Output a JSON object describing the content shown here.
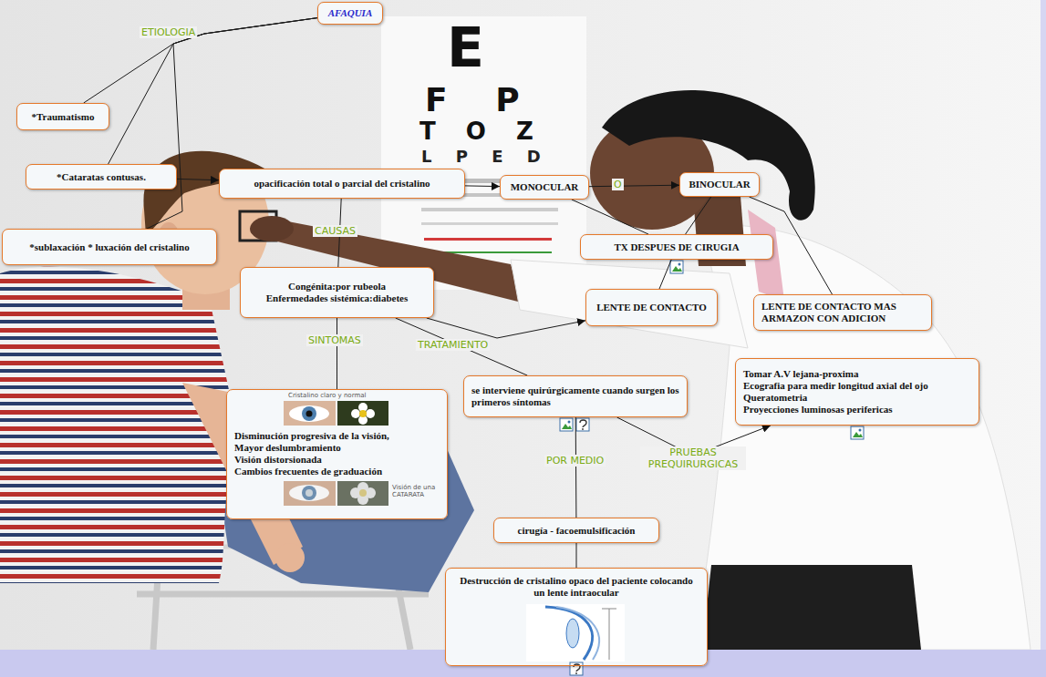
{
  "diagram": {
    "nodes": [
      {
        "text": [
          "AFAQUIA"
        ]
      },
      {
        "text": [
          "*Traumatismo"
        ]
      },
      {
        "text": [
          "*Cataratas contusas."
        ]
      },
      {
        "text": [
          "opacificación total o parcial del cristalino"
        ]
      },
      {
        "text": [
          "MONOCULAR"
        ]
      },
      {
        "text": [
          "BINOCULAR"
        ]
      },
      {
        "text": [
          "*sublaxación * luxación del cristalino"
        ]
      },
      {
        "text": [
          "TX DESPUES DE CIRUGIA"
        ]
      },
      {
        "text": [
          "Congénita:por rubeola",
          "Enfermedades sistémica:diabetes"
        ]
      },
      {
        "text": [
          "LENTE DE CONTACTO"
        ]
      },
      {
        "text": [
          "LENTE DE CONTACTO MAS ARMAZON CON ADICION"
        ]
      },
      {
        "text": [
          "Tomar A.V lejana-proxima",
          "Ecografia para medir longitud axial del ojo",
          "Queratometria",
          "Proyecciones luminosas perifericas"
        ]
      },
      {
        "text": [
          "se interviene quirúrgicamente cuando surgen los primeros síntomas"
        ]
      },
      {
        "text": [
          "Disminución progresiva de la visión,",
          "Mayor deslumbramiento",
          "Visión distorsionada",
          "Cambios frecuentes de graduación"
        ]
      },
      {
        "text": [
          "cirugía - facoemulsificación"
        ]
      },
      {
        "text": [
          "Destrucción de cristalino opaco del paciente colocando un lente intraocular"
        ]
      }
    ],
    "edges": [
      {
        "from": 0,
        "to": 1,
        "label": "ETIOLOGIA",
        "arrow": "none"
      },
      {
        "from": 0,
        "to": 2,
        "arrow": "none"
      },
      {
        "from": 0,
        "to": 6,
        "arrow": "none"
      },
      {
        "from": 2,
        "to": 3,
        "arrow": "to"
      },
      {
        "from": 3,
        "to": 4,
        "arrow": "to"
      },
      {
        "from": 4,
        "to": 5,
        "label": "O",
        "arrow": "to"
      },
      {
        "from": 3,
        "to": 8,
        "label": "CAUSAS",
        "arrow": "none"
      },
      {
        "from": 4,
        "to": 7,
        "arrow": "none"
      },
      {
        "from": 5,
        "to": 7,
        "arrow": "none"
      },
      {
        "from": 7,
        "to": 9,
        "arrow": "none"
      },
      {
        "from": 5,
        "to": 10,
        "arrow": "none"
      },
      {
        "from": 8,
        "to": 13,
        "label": "SINTOMAS",
        "arrow": "none"
      },
      {
        "from": 8,
        "to": 9,
        "label": "TRATAMIENTO",
        "arrow": "to"
      },
      {
        "from": 8,
        "to": 12,
        "arrow": "none"
      },
      {
        "from": 12,
        "to": 14,
        "label": "POR MEDIO",
        "arrow": "none"
      },
      {
        "from": 12,
        "to": 11,
        "label": "PRUEBAS PREQUIRURGICAS",
        "arrow": "to"
      },
      {
        "from": 14,
        "to": 15,
        "arrow": "none"
      }
    ],
    "labels": [
      "E",
      "F P",
      "T O Z",
      "L P E D",
      "Cristalino claro y normal",
      "Visión de una CATARATA"
    ]
  }
}
